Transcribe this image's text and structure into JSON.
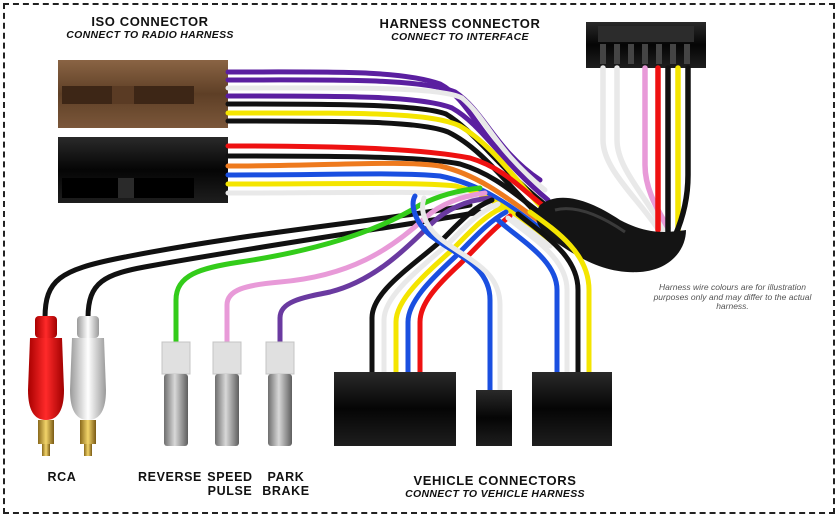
{
  "iso_connector": {
    "title": "ISO CONNECTOR",
    "subtitle": "CONNECT TO RADIO HARNESS"
  },
  "harness_connector": {
    "title": "HARNESS CONNECTOR",
    "subtitle": "CONNECT TO INTERFACE"
  },
  "vehicle_connectors": {
    "title": "VEHICLE CONNECTORS",
    "subtitle": "CONNECT TO VEHICLE HARNESS"
  },
  "note": "Harness wire colours are for illustration purposes only and may differ to the actual harness.",
  "rca": {
    "label": "RCA"
  },
  "inputs": [
    {
      "label_line1": "REVERSE",
      "label_line2": "",
      "wire_color": "#33cc1a"
    },
    {
      "label_line1": "SPEED",
      "label_line2": "PULSE",
      "wire_color": "#e89ad8"
    },
    {
      "label_line1": "PARK",
      "label_line2": "BRAKE",
      "wire_color": "#6a3aa0"
    }
  ],
  "colors": {
    "iso_brown": "#6b4a30",
    "iso_black": "#111111",
    "purple": "#5b1fa0",
    "black": "#111111",
    "white": "#e9e9e9",
    "yellow": "#f4e500",
    "red": "#ee1111",
    "orange": "#ee7a1e",
    "blue": "#1a4fe0",
    "gray": "#9b9b9b",
    "pink": "#e89ad8"
  }
}
